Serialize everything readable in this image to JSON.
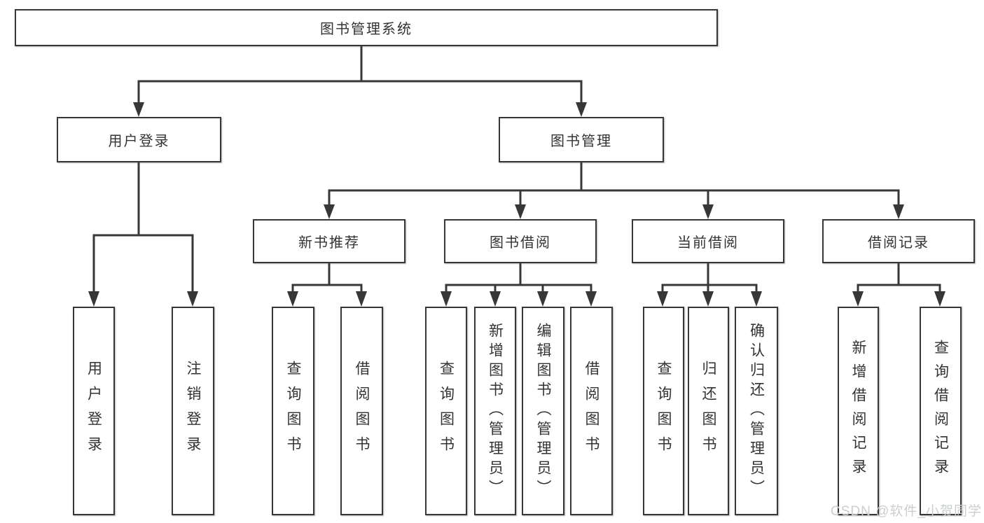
{
  "diagram": {
    "title_node": {
      "label": "图书管理系统"
    },
    "level1": [
      {
        "label": "用户登录"
      },
      {
        "label": "图书管理"
      }
    ],
    "level2": [
      {
        "label": "新书推荐"
      },
      {
        "label": "图书借阅"
      },
      {
        "label": "当前借阅"
      },
      {
        "label": "借阅记录"
      }
    ],
    "leaves": [
      {
        "label": "用户登录",
        "parent": "用户登录"
      },
      {
        "label": "注销登录",
        "parent": "用户登录"
      },
      {
        "label": "查询图书",
        "parent": "新书推荐"
      },
      {
        "label": "借阅图书",
        "parent": "新书推荐"
      },
      {
        "label": "查询图书",
        "parent": "图书借阅"
      },
      {
        "label": "新增图书（管理员）",
        "parent": "图书借阅"
      },
      {
        "label": "编辑图书（管理员）",
        "parent": "图书借阅"
      },
      {
        "label": "借阅图书",
        "parent": "图书借阅"
      },
      {
        "label": "查询图书",
        "parent": "当前借阅"
      },
      {
        "label": "归还图书",
        "parent": "当前借阅"
      },
      {
        "label": "确认归还（管理员）",
        "parent": "当前借阅"
      },
      {
        "label": "新增借阅记录",
        "parent": "借阅记录"
      },
      {
        "label": "查询借阅记录",
        "parent": "借阅记录"
      }
    ]
  },
  "watermark": {
    "text": "CSDN @软件_小贺同学"
  },
  "colors": {
    "line": "#373737",
    "text": "#333333",
    "background": "#ffffff",
    "watermark": "#cbced1"
  }
}
